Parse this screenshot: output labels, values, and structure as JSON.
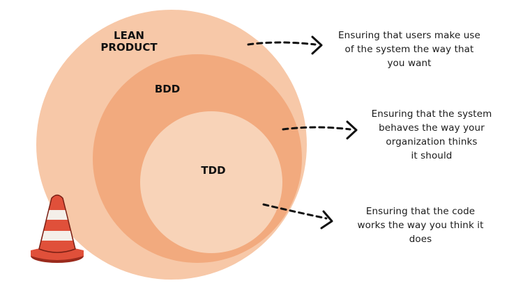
{
  "diagram": {
    "layers": [
      {
        "id": "lean",
        "label_line1": "LEAN",
        "label_line2": "PRODUCT",
        "color": "#f7c8a8"
      },
      {
        "id": "bdd",
        "label": "BDD",
        "color": "#f2aa7e"
      },
      {
        "id": "tdd",
        "label": "TDD",
        "color": "#f8d3b8"
      }
    ],
    "descriptions": {
      "lean": {
        "line1": "Ensuring that users make use",
        "line2": "of the system the way that",
        "line3": "you want"
      },
      "bdd": {
        "line1": "Ensuring that the system",
        "line2": "behaves the way your",
        "line3": "organization thinks",
        "line4": "it should"
      },
      "tdd": {
        "line1": "Ensuring that the code",
        "line2": "works the way you think it",
        "line3": "does"
      }
    },
    "colors": {
      "arrow": "#111111",
      "cone_orange": "#e0503a",
      "cone_white": "#f4efe9",
      "cone_dark": "#9a2a1c"
    }
  }
}
